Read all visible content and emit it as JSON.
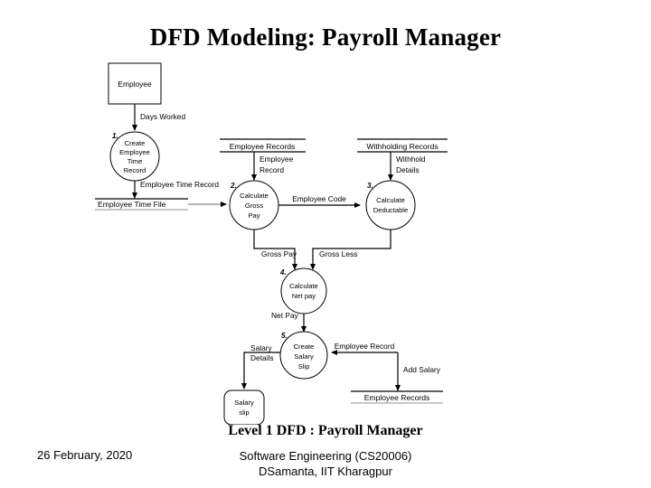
{
  "slide": {
    "title": "DFD Modeling: Payroll Manager",
    "caption": "Level 1 DFD : Payroll Manager"
  },
  "footer": {
    "date": "26 February, 2020",
    "course": "Software Engineering (CS20006)",
    "author": "DSamanta, IIT Kharagpur"
  },
  "diagram": {
    "type": "data-flow-diagram",
    "level": "Level 1",
    "external_entities": [
      {
        "id": "employee",
        "label": "Employee"
      }
    ],
    "processes": [
      {
        "number": "1.",
        "label_lines": [
          "Create",
          "Employee",
          "Time",
          "Record"
        ]
      },
      {
        "number": "2.",
        "label_lines": [
          "Calculate",
          "Gross",
          "Pay"
        ]
      },
      {
        "number": "3.",
        "label_lines": [
          "Calculate",
          "Deductable"
        ]
      },
      {
        "number": "4.",
        "label_lines": [
          "Calculate",
          "Net pay"
        ]
      },
      {
        "number": "5.",
        "label_lines": [
          "Create",
          "Salary",
          "Slip"
        ]
      }
    ],
    "data_stores": [
      {
        "id": "employee-time-file",
        "label": "Employee Time File"
      },
      {
        "id": "employee-records-top",
        "label": "Employee Records"
      },
      {
        "id": "withholding-records",
        "label": "Withholding Records"
      },
      {
        "id": "employee-records-bottom",
        "label": "Employee Records"
      }
    ],
    "outputs": [
      {
        "id": "salary-slip",
        "label_lines": [
          "Salary",
          "slip"
        ]
      }
    ],
    "data_flows": [
      {
        "label": "Days Worked",
        "from": "Employee",
        "to": "1. Create Employee Time Record"
      },
      {
        "label": "Employee Time Record",
        "from": "1. Create Employee Time Record",
        "to": "Employee Time File"
      },
      {
        "label": "",
        "from": "Employee Time File",
        "to": "2. Calculate Gross Pay"
      },
      {
        "label_lines": [
          "Employee",
          "Record"
        ],
        "label": "Employee Record",
        "from": "Employee Records",
        "to": "2. Calculate Gross Pay"
      },
      {
        "label_lines": [
          "Withhold",
          "Details"
        ],
        "label": "Withhold Details",
        "from": "Withholding Records",
        "to": "3. Calculate Deductable"
      },
      {
        "label": "Employee Code",
        "from": "2. Calculate Gross Pay",
        "to": "3. Calculate Deductable"
      },
      {
        "label": "Gross Pay",
        "from": "2. Calculate Gross Pay",
        "to": "4. Calculate Net pay"
      },
      {
        "label": "Gross Less",
        "from": "3. Calculate Deductable",
        "to": "4. Calculate Net pay"
      },
      {
        "label": "Net Pay",
        "from": "4. Calculate Net pay",
        "to": "5. Create Salary Slip"
      },
      {
        "label_lines": [
          "Salary",
          "Details"
        ],
        "label": "Salary Details",
        "from": "5. Create Salary Slip",
        "to": "Salary slip"
      },
      {
        "label": "Employee Record",
        "from": "Employee Records",
        "to": "5. Create Salary Slip"
      },
      {
        "label": "Add Salary",
        "from": "5. Create Salary Slip",
        "to": "Employee Records"
      }
    ]
  }
}
